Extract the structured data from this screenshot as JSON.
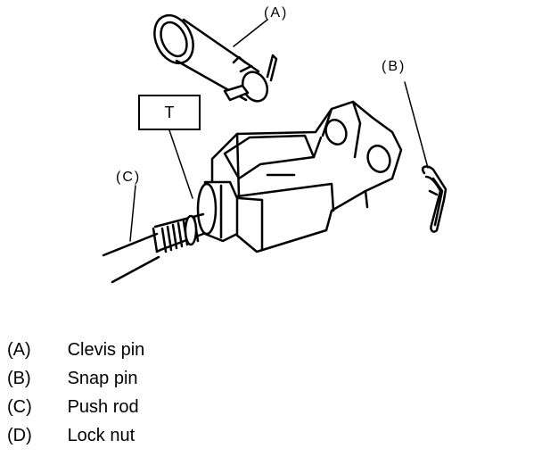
{
  "diagram": {
    "callouts": {
      "a": "(A)",
      "b": "(B)",
      "c": "(C)",
      "t": "T"
    },
    "legend": [
      {
        "code": "(A)",
        "text": "Clevis pin"
      },
      {
        "code": "(B)",
        "text": "Snap pin"
      },
      {
        "code": "(C)",
        "text": "Push rod"
      },
      {
        "code": "(D)",
        "text": "Lock nut"
      }
    ]
  }
}
